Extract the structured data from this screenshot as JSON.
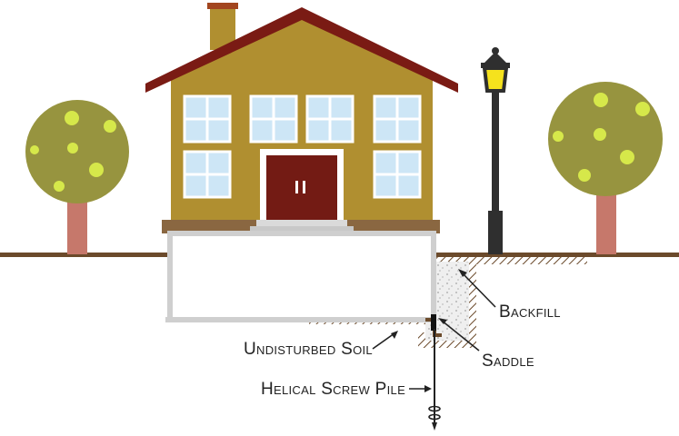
{
  "labels": {
    "backfill": "Backfill",
    "saddle": "Saddle",
    "undisturbed_soil": "Undisturbed Soil",
    "helical_screw_pile": "Helical Screw Pile"
  },
  "colors": {
    "house_wall": "#b08f30",
    "roof": "#7a1b14",
    "door": "#731b14",
    "window_glass": "#cde6f6",
    "ground": "#6b4a2b",
    "tree_canopy": "#97943f",
    "tree_fruit": "#d6e84a",
    "tree_trunk": "#c6786b",
    "lamp_post": "#2f2f2f",
    "lamp_light": "#f5e21d",
    "foundation": "#d0d0d0",
    "backfill": "#eeeeee"
  },
  "icons": [
    "tree-icon",
    "house-icon",
    "street-lamp-icon",
    "helical-pile-icon"
  ]
}
